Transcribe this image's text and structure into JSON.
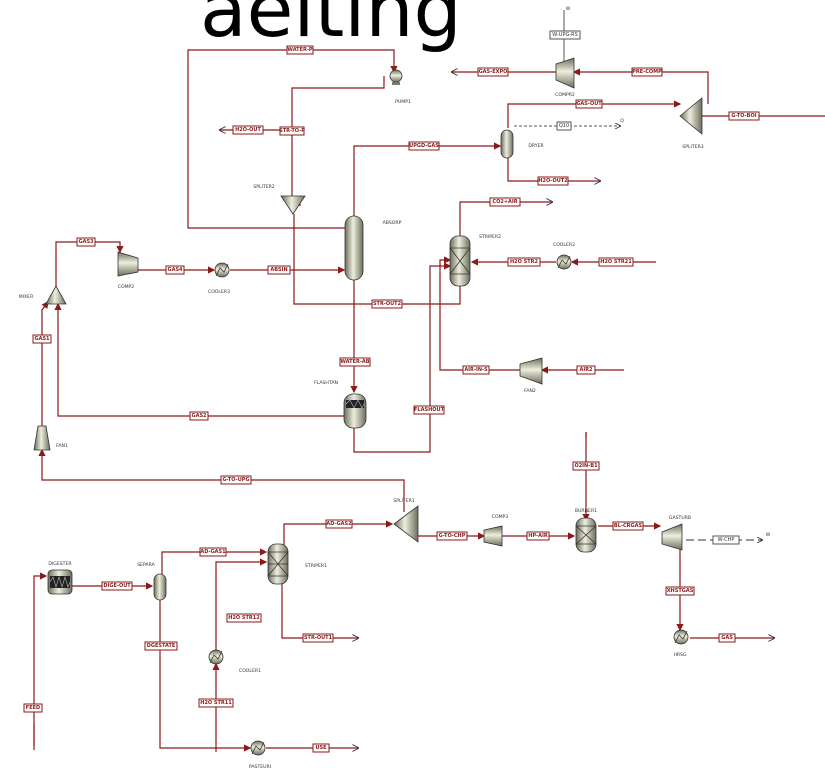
{
  "header": {
    "text": "aelting"
  },
  "blocks": {
    "pump1": "PUMP1",
    "compr2": "COMPR2",
    "splitter3": "SPLITER3",
    "dryer": "DRYER",
    "splitter2": "SPLITER2",
    "absorp": "ABSORP",
    "mixer": "MIXER",
    "comp2": "COMP2",
    "cooler3": "COOLER3",
    "stripper2": "STRIPER2",
    "cooler2": "COOLER2",
    "fan2": "FAN2",
    "flashtan": "FLASHTAN",
    "fan1": "FAN1",
    "splitter1": "SPLITER1",
    "comp3": "COMP3",
    "burner1": "BURNER1",
    "gasturb": "GASTURB",
    "digester": "DIGESTER",
    "separa": "SEPARA",
    "stripper1": "STRIPER1",
    "cooler1": "COOLER1",
    "hrsg": "HRSG",
    "pasteuri": "PASTEURI"
  },
  "streams": {
    "water_p": "WATER-P",
    "w_upgrs": "W-UPG-RS",
    "gas_expo": "GAS-EXPO",
    "pre_comp": "PRE-COMP",
    "gas_out": "GAS-OUT",
    "g_to_boi": "G-TO-BOI",
    "h2o_out": "H2O-OUT",
    "str_to_p": "STR-TO-P",
    "q10": "Q10",
    "upgd_gas": "UPGD-GAS",
    "h2o_out2": "H2O-OUT2",
    "co2_air": "CO2+AIR",
    "gas3": "GAS3",
    "gas4": "GAS4",
    "absin": "ABSIN",
    "h2o_str2": "H2O STR2",
    "h2o_str21": "H2O STR21",
    "str_out2": "STR-OUT2",
    "gas1": "GAS1",
    "water_ab": "WATER-AB",
    "air_in_s": "AIR-IN-S",
    "air2": "AIR2",
    "gas2": "GAS2",
    "flashout": "FLASHOUT",
    "g_to_upg": "G-TO-UPG",
    "o2in_b1": "O2IN-B1",
    "ad_gas2": "AD-GAS2",
    "g_to_chp": "G-TO-CHP",
    "hp_air": "HP-AIR",
    "bl_crgas": "BL-CRGAS",
    "w_chp": "W-CHP",
    "ad_gas1": "AD-GAS1",
    "dige_out": "DIGE-OUT",
    "h2o_str12": "H2O STR12",
    "dgestate": "DGESTATE",
    "xhstgas": "XHSTGAS",
    "str_out1": "STR-OUT1",
    "gas": "GAS",
    "h2o_str11": "H2O STR11",
    "feed": "FEED",
    "use": "USE"
  },
  "work_marks": {
    "w_top": "W",
    "w_right": "W",
    "q_mark": "Q"
  },
  "colors": {
    "stream": "#8b1a1a",
    "equipment": "#333333",
    "background": "#ffffff"
  }
}
